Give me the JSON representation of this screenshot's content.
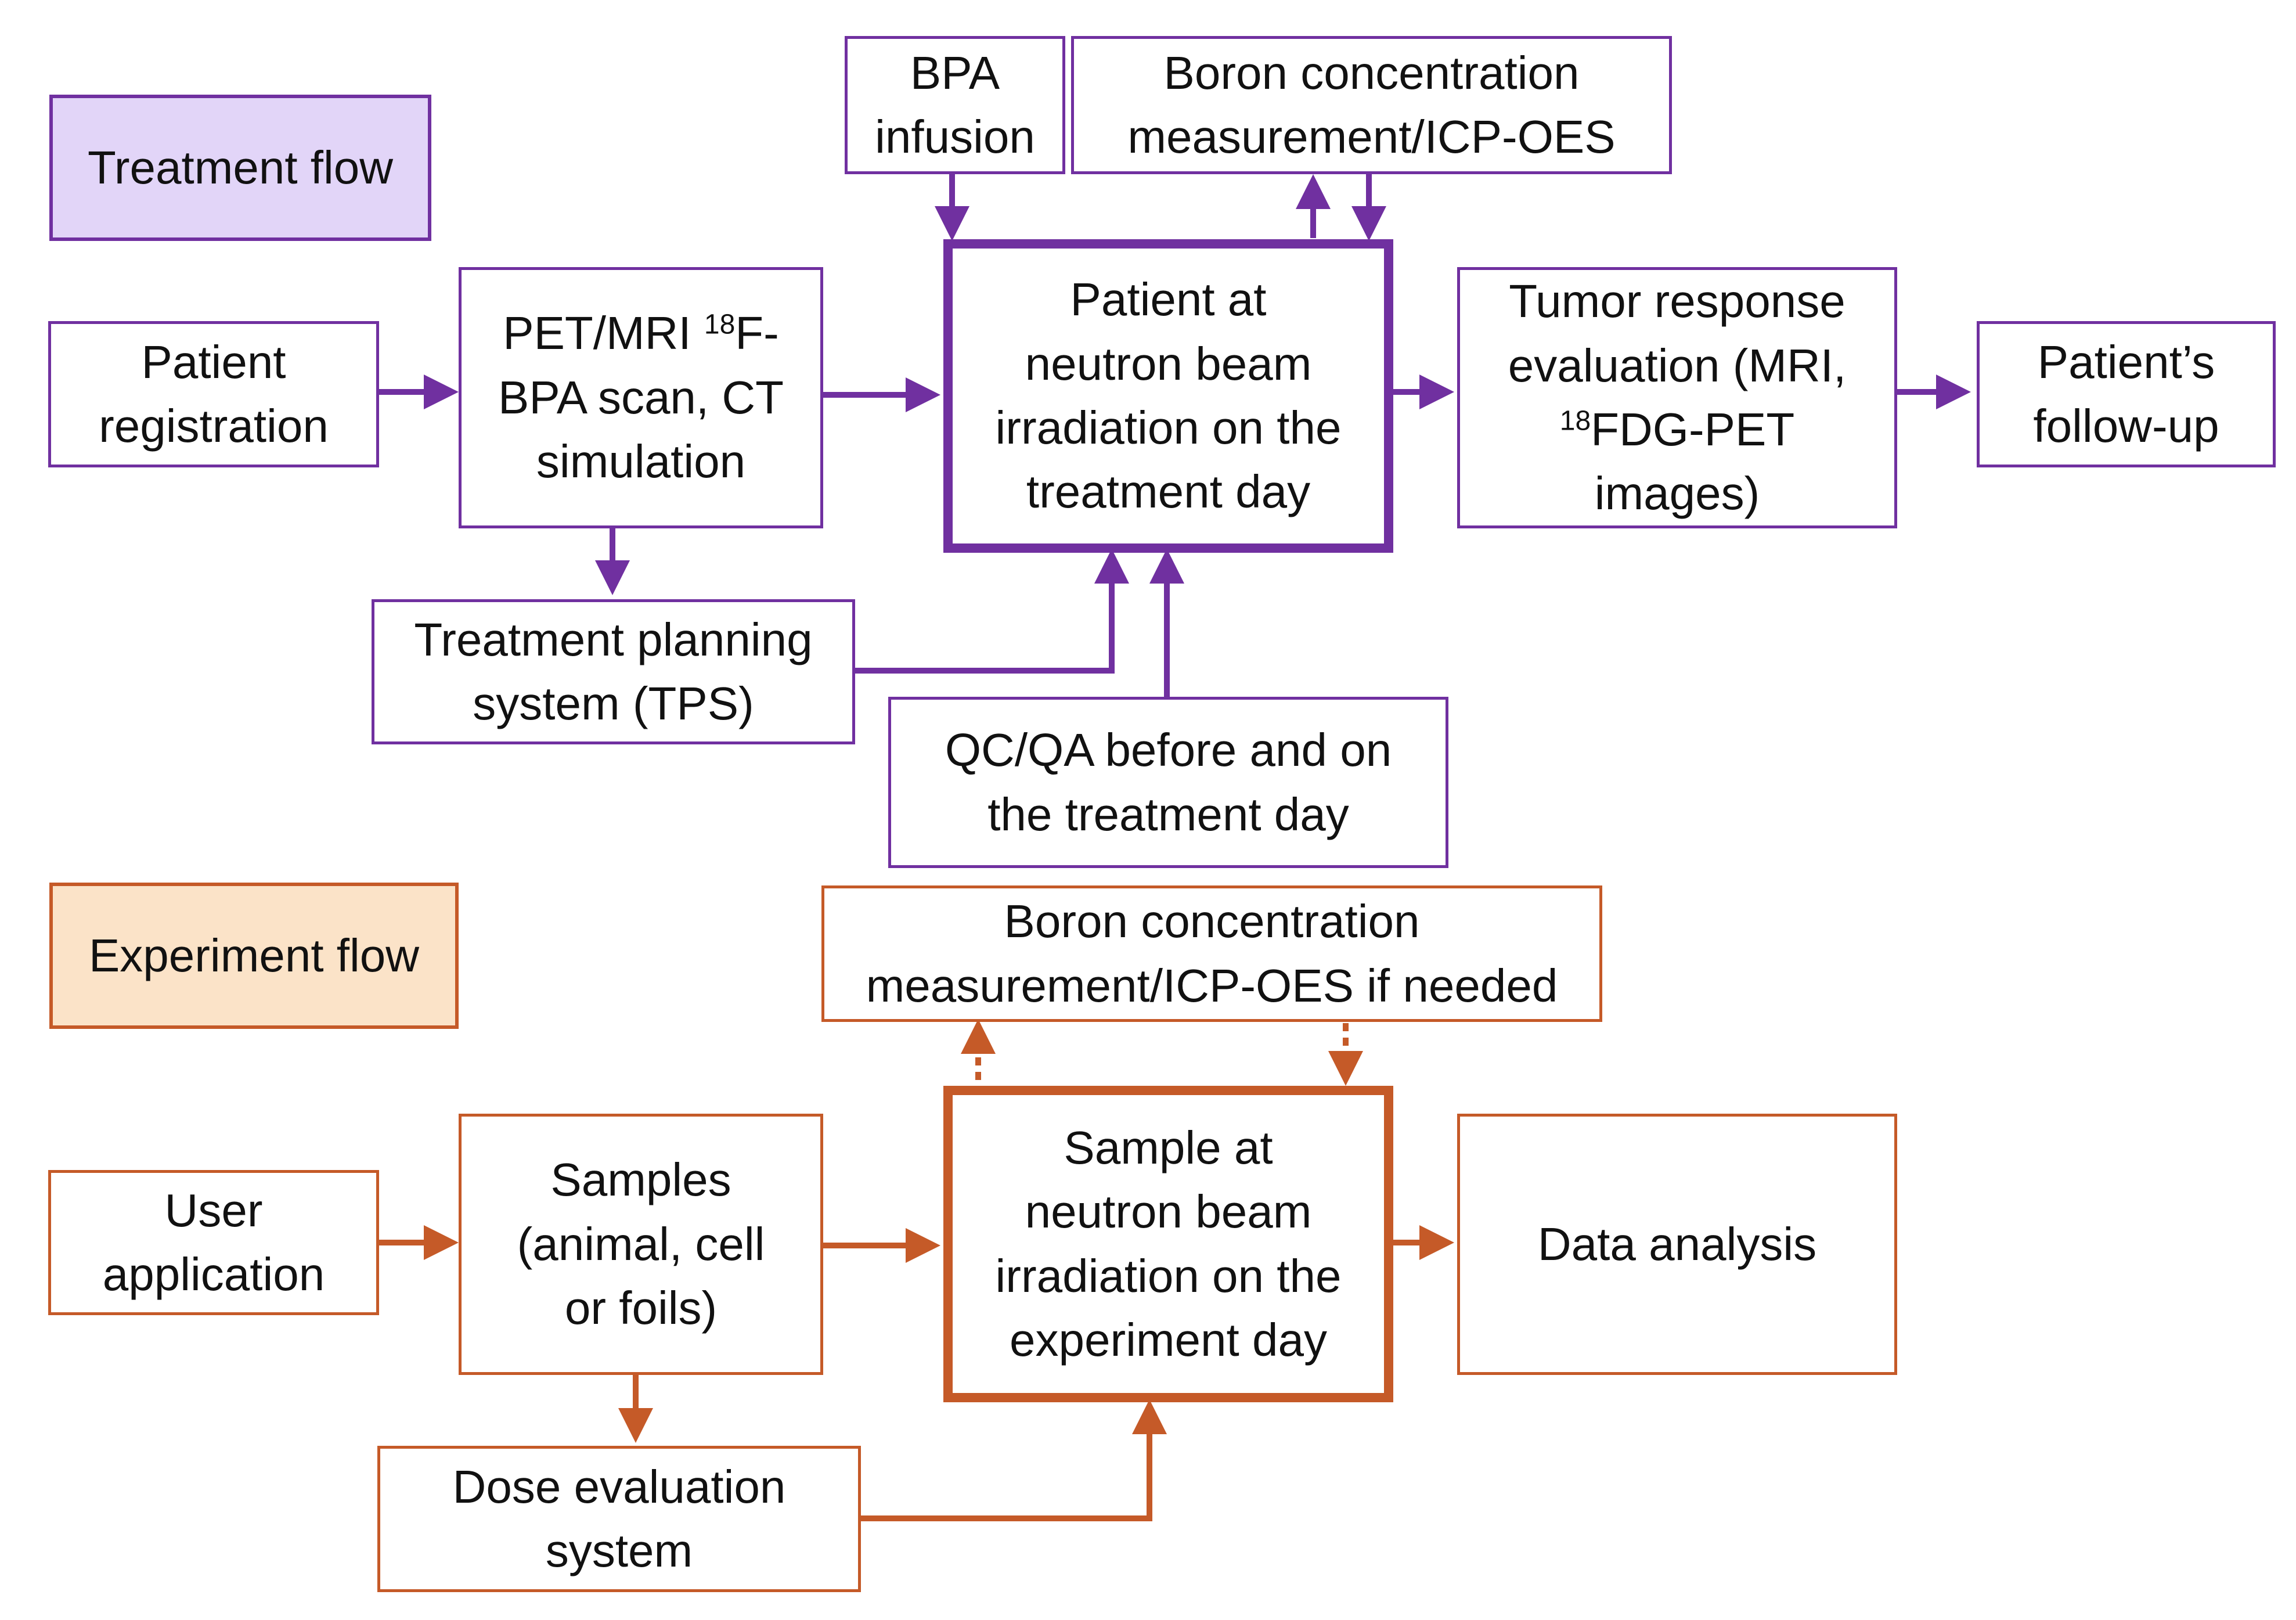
{
  "colors": {
    "treatment": "#7030a0",
    "experiment": "#c55a28",
    "treatment_legend_fill": "#e2d5f8",
    "experiment_legend_fill": "#fbe3c8"
  },
  "treatment": {
    "legend": "Treatment flow",
    "patient_registration": [
      "Patient",
      "registration"
    ],
    "pet_mri": {
      "line1_pre": "PET/MRI ",
      "line1_sup": "18",
      "line1_post": "F-",
      "line2": "BPA scan, CT",
      "line3": "simulation"
    },
    "bpa_infusion": [
      "BPA",
      "infusion"
    ],
    "boron": [
      "Boron concentration",
      "measurement/ICP-OES"
    ],
    "irradiation": [
      "Patient at",
      "neutron beam",
      "irradiation on the",
      "treatment day"
    ],
    "tumor_response": {
      "line1": "Tumor response",
      "line2": "evaluation (MRI,",
      "line3_sup": "18",
      "line3_post": "FDG-PET images)"
    },
    "followup": [
      "Patient’s",
      "follow-up"
    ],
    "tps": [
      "Treatment planning",
      "system (TPS)"
    ],
    "qcqa": [
      "QC/QA before and on",
      "the treatment day"
    ]
  },
  "experiment": {
    "legend": "Experiment flow",
    "user_application": [
      "User",
      "application"
    ],
    "samples": [
      "Samples",
      "(animal, cell",
      "or foils)"
    ],
    "boron": [
      "Boron concentration",
      "measurement/ICP-OES if needed"
    ],
    "irradiation": [
      "Sample at",
      "neutron beam",
      "irradiation on the",
      "experiment day"
    ],
    "data_analysis": "Data analysis",
    "dose_evaluation": [
      "Dose evaluation",
      "system"
    ]
  }
}
